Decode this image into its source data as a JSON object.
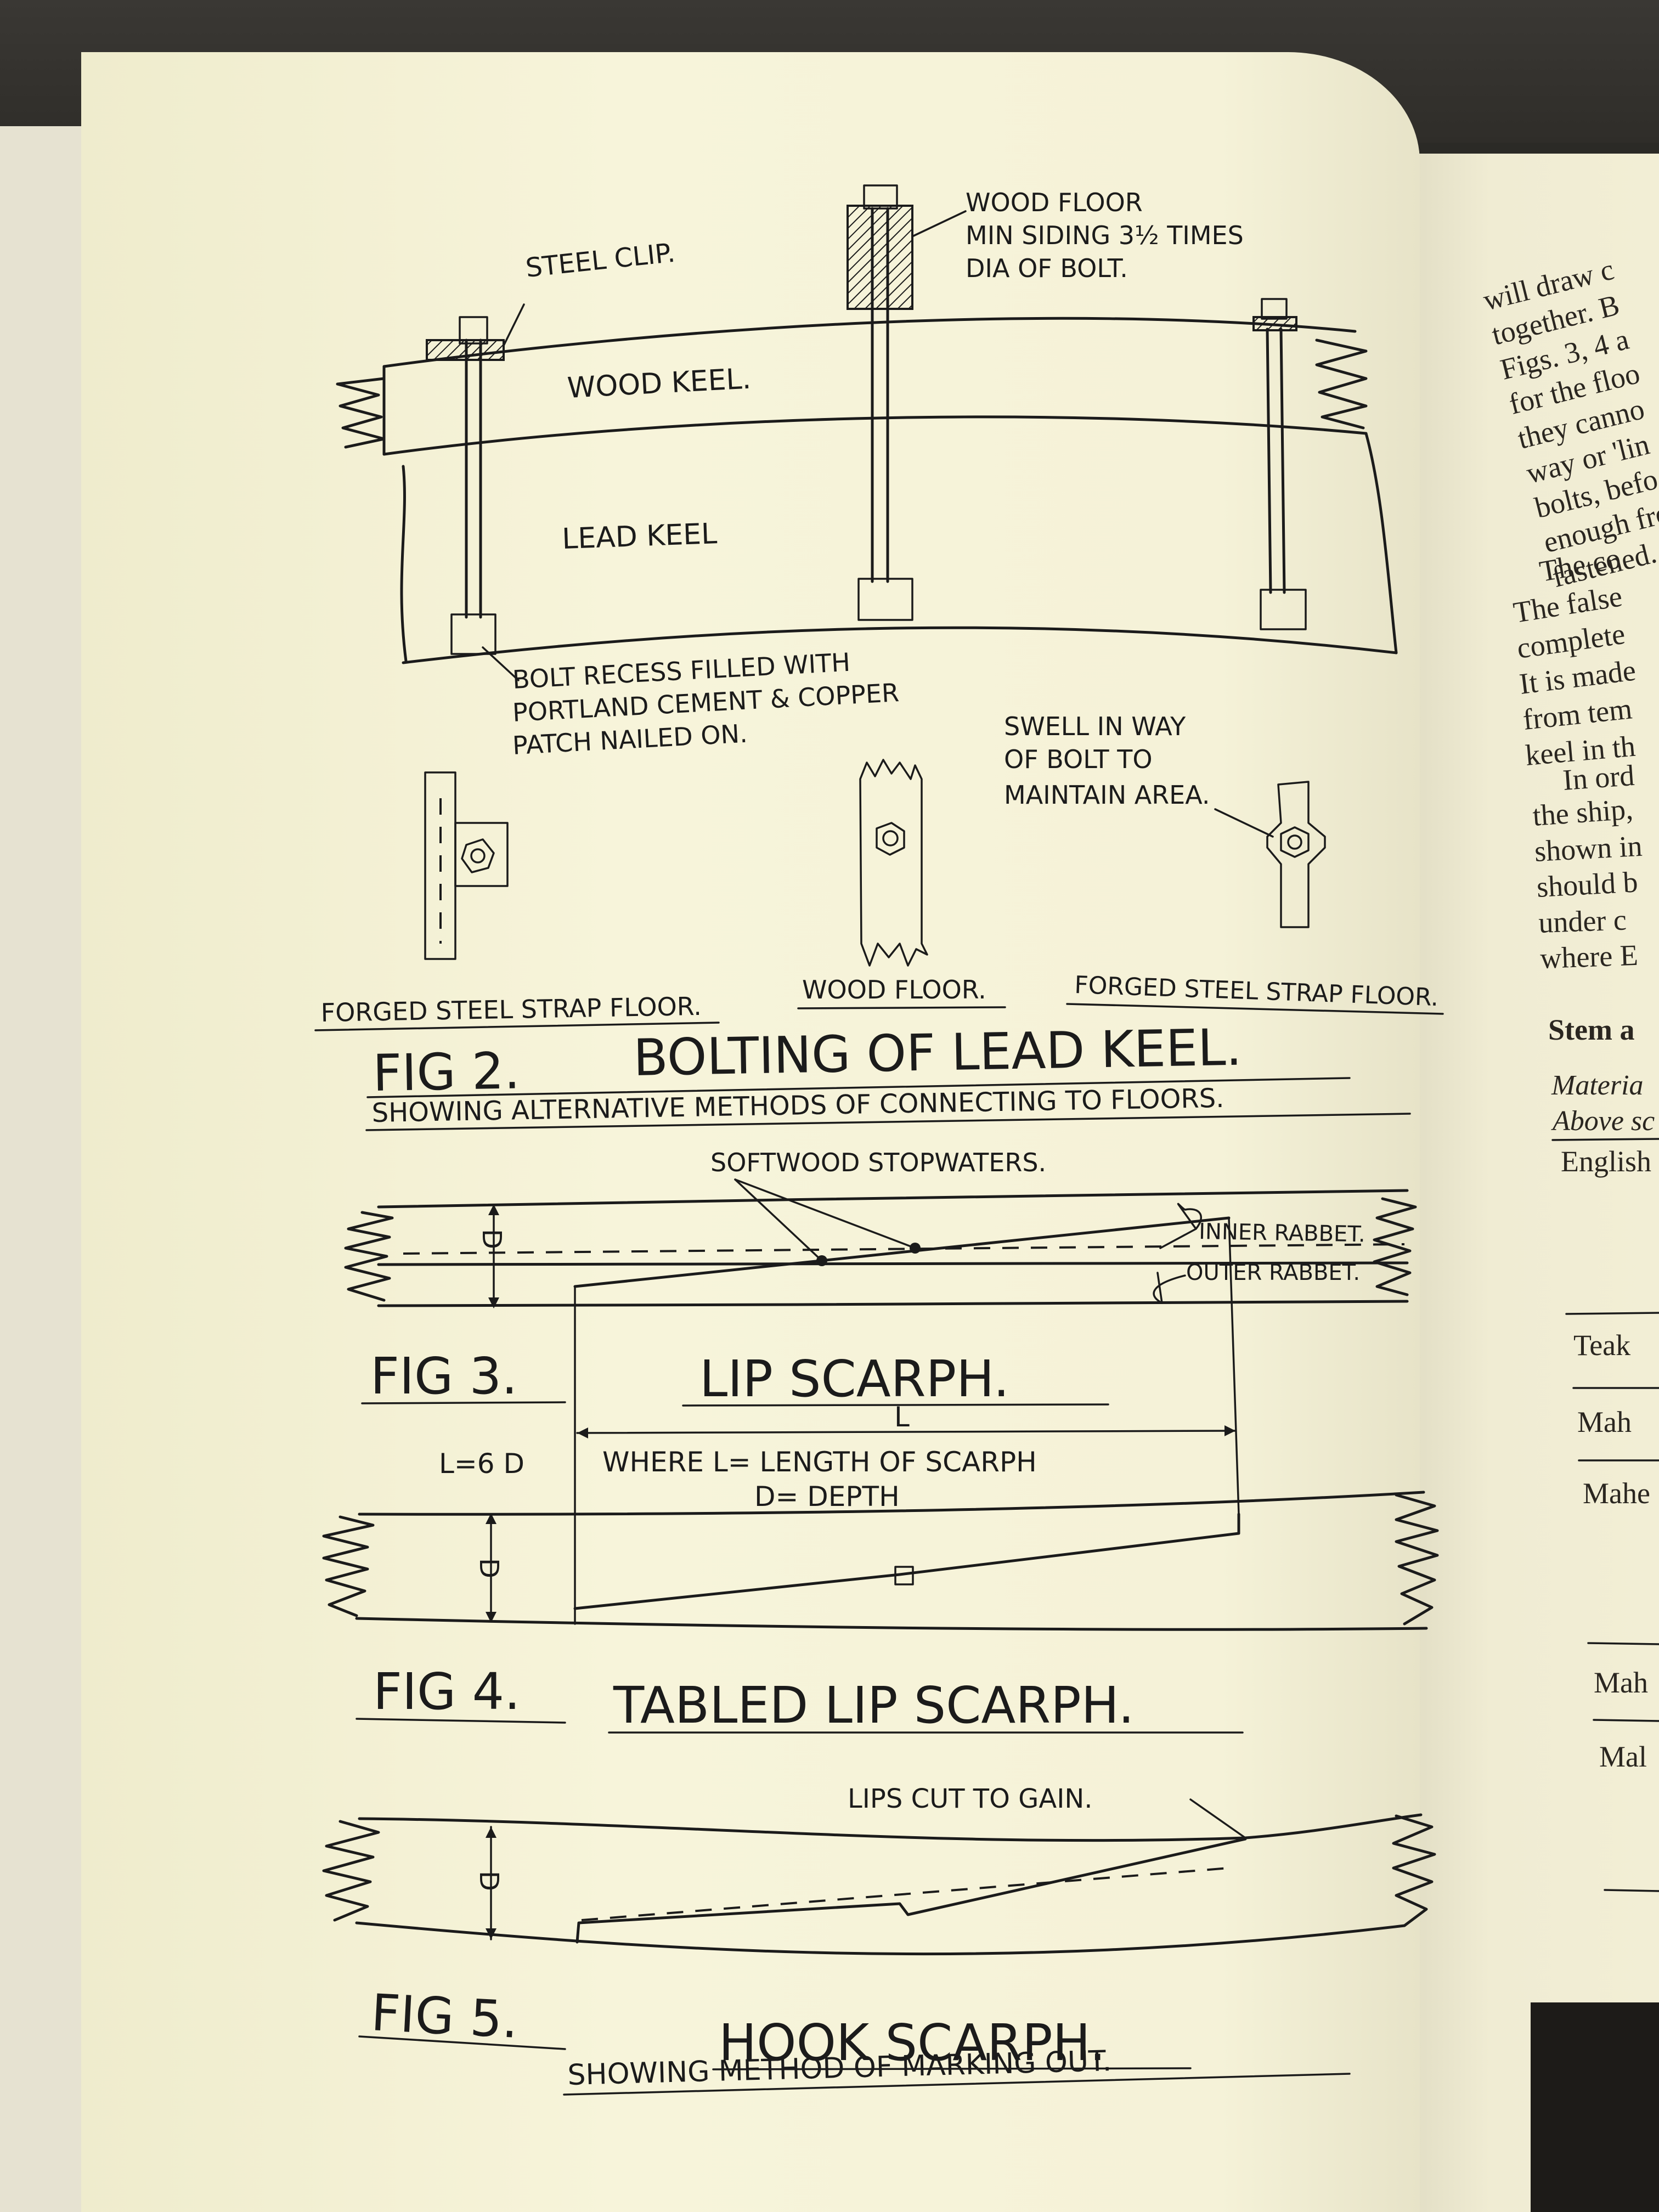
{
  "fig2": {
    "label_steel_clip": "STEEL CLIP.",
    "label_wood_floor_1": "WOOD FLOOR",
    "label_wood_floor_2": "MIN SIDING 3½ TIMES",
    "label_wood_floor_3": "DIA OF BOLT.",
    "label_wood_keel": "WOOD KEEL.",
    "label_lead_keel": "LEAD KEEL",
    "label_recess_1": "BOLT RECESS FILLED WITH",
    "label_recess_2": "PORTLAND CEMENT & COPPER",
    "label_recess_3": "PATCH NAILED ON.",
    "label_swell_1": "SWELL IN WAY",
    "label_swell_2": "OF BOLT TO",
    "label_swell_3": "MAINTAIN AREA.",
    "label_strap_left": "FORGED STEEL STRAP FLOOR.",
    "label_wood_floor_center": "WOOD FLOOR.",
    "label_strap_right": "FORGED STEEL STRAP FLOOR.",
    "caption_number": "FIG 2.",
    "caption_title": "BOLTING OF LEAD KEEL.",
    "caption_subtitle": "SHOWING ALTERNATIVE METHODS OF CONNECTING TO FLOORS."
  },
  "fig3": {
    "label_stopwaters": "SOFTWOOD STOPWATERS.",
    "label_inner_rabbet": "INNER RABBET.",
    "label_outer_rabbet": "OUTER RABBET.",
    "label_depth": "D",
    "caption_number": "FIG 3.",
    "caption_title": "LIP SCARPH.",
    "label_length": "L",
    "formula": "L=6 D",
    "where_1": "WHERE L= LENGTH OF SCARPH",
    "where_2": "D= DEPTH"
  },
  "fig4": {
    "label_depth": "D",
    "caption_number": "FIG 4.",
    "caption_title": "TABLED LIP SCARPH."
  },
  "fig5": {
    "label_lips": "LIPS CUT TO GAIN.",
    "label_depth": "D",
    "caption_number": "FIG 5.",
    "caption_title": "HOOK SCARPH.",
    "caption_subtitle": "SHOWING METHOD OF MARKING OUT."
  },
  "right_page": {
    "lines": [
      "will draw c",
      "together. B",
      "Figs. 3, 4 a",
      "for the floo",
      "they canno",
      "way or 'lin",
      "bolts, befo",
      "enough fro",
      "fastened. T",
      "The co",
      "The false",
      "complete",
      "It is made",
      "from tem",
      "keel in th",
      "In ord",
      "the ship,",
      "shown in",
      "should b",
      "under c",
      "where E"
    ],
    "heading": "Stem a",
    "italic_1": "Materia",
    "italic_2": "Above sc",
    "english": "English",
    "table_rows": [
      "Teak",
      "Mah",
      "Mahe",
      "Mah",
      "Mal"
    ]
  }
}
